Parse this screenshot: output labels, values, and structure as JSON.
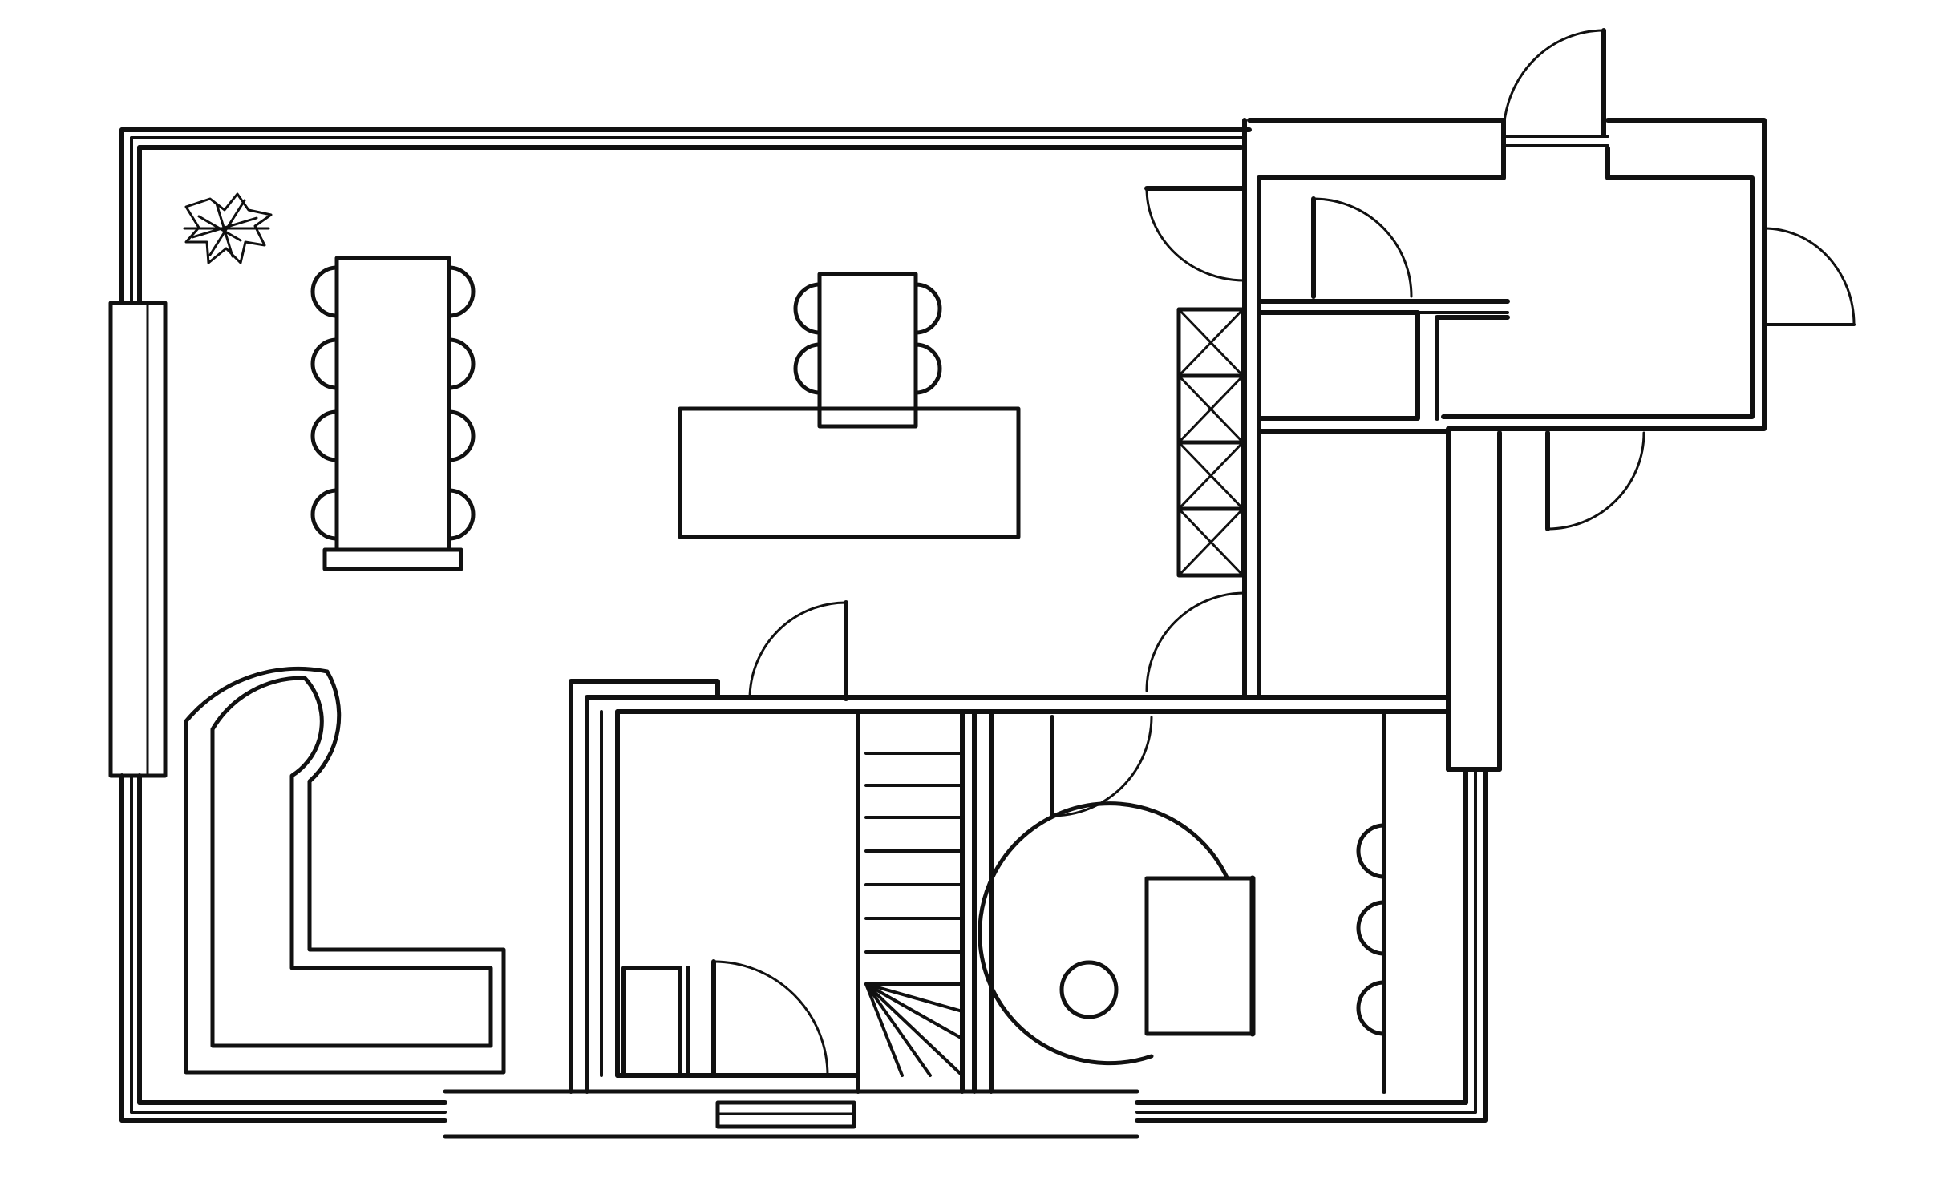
{
  "diagram": {
    "type": "architectural-floor-plan",
    "labels": [],
    "colors": {
      "background": "#ffffff",
      "ink": "#111111"
    },
    "furniture": {
      "dining_table_large_chairs": 8,
      "dining_table_small_chairs": 4,
      "staircase_steps": 10,
      "office_wall_chairs": 3,
      "storage_shelf_units": 4
    },
    "icons": [
      "plant-icon"
    ]
  }
}
